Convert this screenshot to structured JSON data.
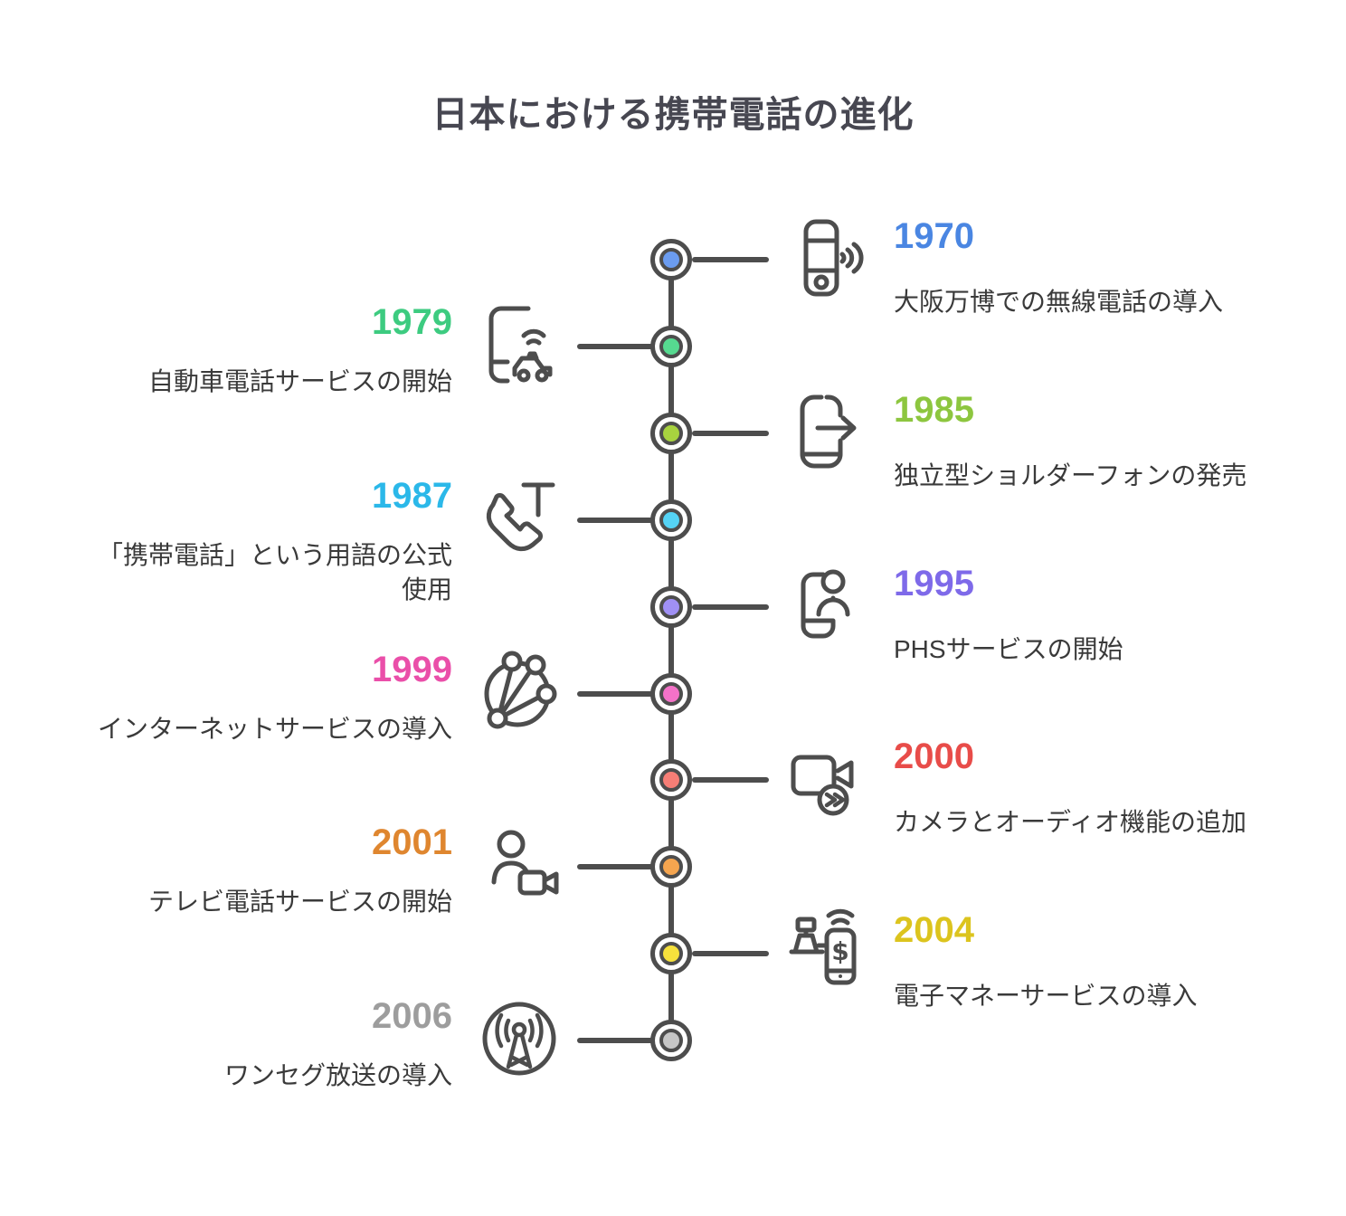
{
  "title": "日本における携帯電話の進化",
  "theme": {
    "line_color": "#4d4d4d",
    "text_color": "#3a3a3a",
    "title_color": "#474751",
    "background": "#ffffff"
  },
  "timeline": {
    "events": [
      {
        "year": "1970",
        "side": "right",
        "year_color": "#4a86e2",
        "dot_color": "#6b9cf0",
        "description": "大阪万博での無線電話の導入",
        "icon": "portable-phone-signal-icon"
      },
      {
        "year": "1979",
        "side": "left",
        "year_color": "#3dcb80",
        "dot_color": "#56da90",
        "description": "自動車電話サービスの開始",
        "icon": "car-phone-icon"
      },
      {
        "year": "1985",
        "side": "right",
        "year_color": "#8dc63f",
        "dot_color": "#a8d33f",
        "description": "独立型ショルダーフォンの発売",
        "icon": "shoulder-phone-launch-icon"
      },
      {
        "year": "1987",
        "side": "left",
        "year_color": "#2bb8e9",
        "dot_color": "#55d3f5",
        "description": "「携帯電話」という用語の公式\n使用",
        "icon": "handset-text-icon"
      },
      {
        "year": "1995",
        "side": "right",
        "year_color": "#7e6ae9",
        "dot_color": "#a090f5",
        "description": "PHSサービスの開始",
        "icon": "phs-person-phone-icon"
      },
      {
        "year": "1999",
        "side": "left",
        "year_color": "#ea4fa9",
        "dot_color": "#f472c8",
        "description": "インターネットサービスの導入",
        "icon": "network-icon"
      },
      {
        "year": "2000",
        "side": "right",
        "year_color": "#e84c49",
        "dot_color": "#f67e76",
        "description": "カメラとオーディオ機能の追加",
        "icon": "video-camera-icon"
      },
      {
        "year": "2001",
        "side": "left",
        "year_color": "#df862f",
        "dot_color": "#f5a54f",
        "description": "テレビ電話サービスの開始",
        "icon": "video-call-person-icon"
      },
      {
        "year": "2004",
        "side": "right",
        "year_color": "#dcc41e",
        "dot_color": "#f6e13c",
        "description": "電子マネーサービスの導入",
        "icon": "mobile-payment-icon"
      },
      {
        "year": "2006",
        "side": "left",
        "year_color": "#9d9d9d",
        "dot_color": "#c6c6c6",
        "description": "ワンセグ放送の導入",
        "icon": "broadcast-tower-icon"
      }
    ]
  }
}
